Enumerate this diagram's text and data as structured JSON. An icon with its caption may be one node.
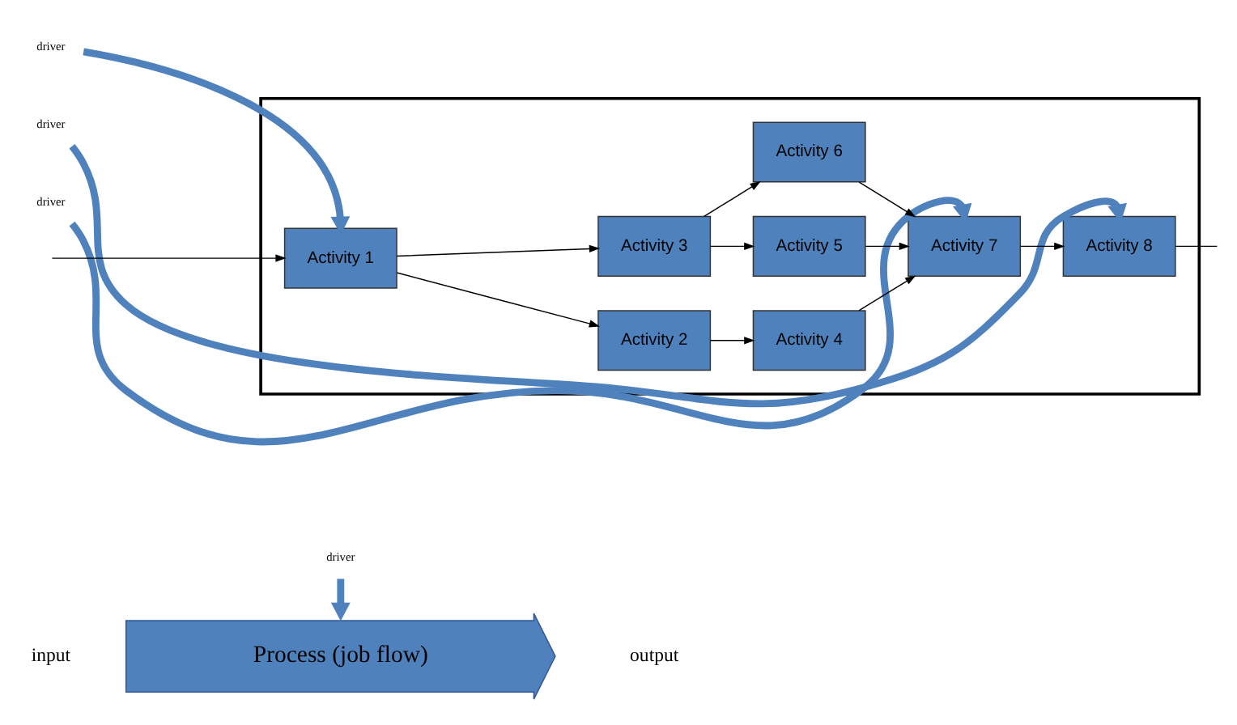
{
  "diagram": {
    "nodes": [
      {
        "text": [
          "driver"
        ]
      },
      {
        "text": [
          "Process (job flow)"
        ]
      },
      {
        "text": [
          "driver"
        ]
      },
      {
        "text": [
          "driver"
        ]
      },
      {
        "text": [
          "driver"
        ]
      },
      {
        "text": [],
        "shape": "box"
      },
      {
        "text": [
          "Activity 1"
        ],
        "in": 5
      },
      {
        "text": [
          "Activity 2"
        ],
        "in": 5
      },
      {
        "text": [
          "Activity 4"
        ],
        "in": 5
      },
      {
        "text": [
          "Activity 7"
        ],
        "in": 5
      },
      {
        "text": [
          "Activity 8"
        ],
        "in": 5
      },
      {
        "text": [
          "Activity 3"
        ],
        "in": 5
      },
      {
        "text": [
          "Activity 5"
        ],
        "in": 5
      },
      {
        "text": [
          "Activity 6"
        ],
        "in": 5
      }
    ],
    "edges": [
      {
        "from": 0,
        "to": 1,
        "arrow": "to",
        "style": "thick",
        "color": "#4f81bd"
      },
      {
        "from": 2,
        "to": 6,
        "arrow": "to",
        "style": "thick",
        "color": "#4f81bd"
      },
      {
        "from": 3,
        "to": 9,
        "arrow": "to",
        "style": "thick",
        "color": "#4f81bd"
      },
      {
        "from": 4,
        "to": 10,
        "arrow": "to",
        "style": "thick",
        "color": "#4f81bd"
      },
      {
        "from": null,
        "to": 6,
        "arrow": "to"
      },
      {
        "from": 6,
        "to": 7,
        "arrow": "to"
      },
      {
        "from": 6,
        "to": 11,
        "arrow": "to"
      },
      {
        "from": 7,
        "to": 8,
        "arrow": "to"
      },
      {
        "from": 11,
        "to": 12,
        "arrow": "to"
      },
      {
        "from": 11,
        "to": 13,
        "arrow": "to"
      },
      {
        "from": 8,
        "to": 9,
        "arrow": "to"
      },
      {
        "from": 12,
        "to": 9,
        "arrow": "to"
      },
      {
        "from": 13,
        "to": 9,
        "arrow": "to"
      },
      {
        "from": 9,
        "to": 10,
        "arrow": "to"
      },
      {
        "from": 10,
        "to": null,
        "arrow": "none"
      }
    ],
    "labels": [
      "input",
      "output"
    ]
  }
}
